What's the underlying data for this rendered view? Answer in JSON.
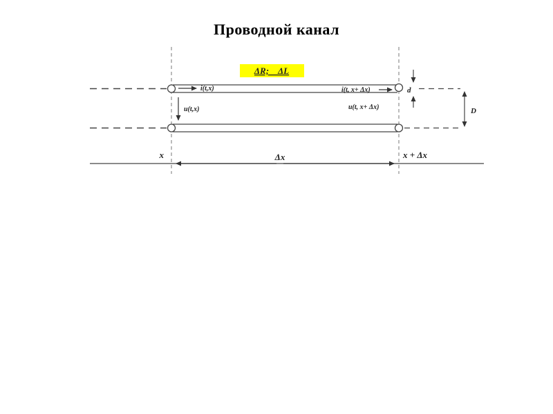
{
  "slide": {
    "title": "Проводной канал"
  },
  "diagram": {
    "highlight": {
      "text": "ΔR;    ΔL",
      "bg": "#ffff00"
    },
    "labels": {
      "current_left": "i(t,x)",
      "current_right": "i(t, x+ Δx)",
      "voltage_left": "u(t,x)",
      "voltage_right": "u(t, x+ Δx)",
      "wire_diameter": "d",
      "wire_distance": "D",
      "axis_x": "x",
      "axis_dx": "Δx",
      "axis_x_dx": "x + Δx"
    },
    "colors": {
      "line": "#444444",
      "dash": "#666666",
      "highlight_bg": "#ffff00"
    }
  }
}
